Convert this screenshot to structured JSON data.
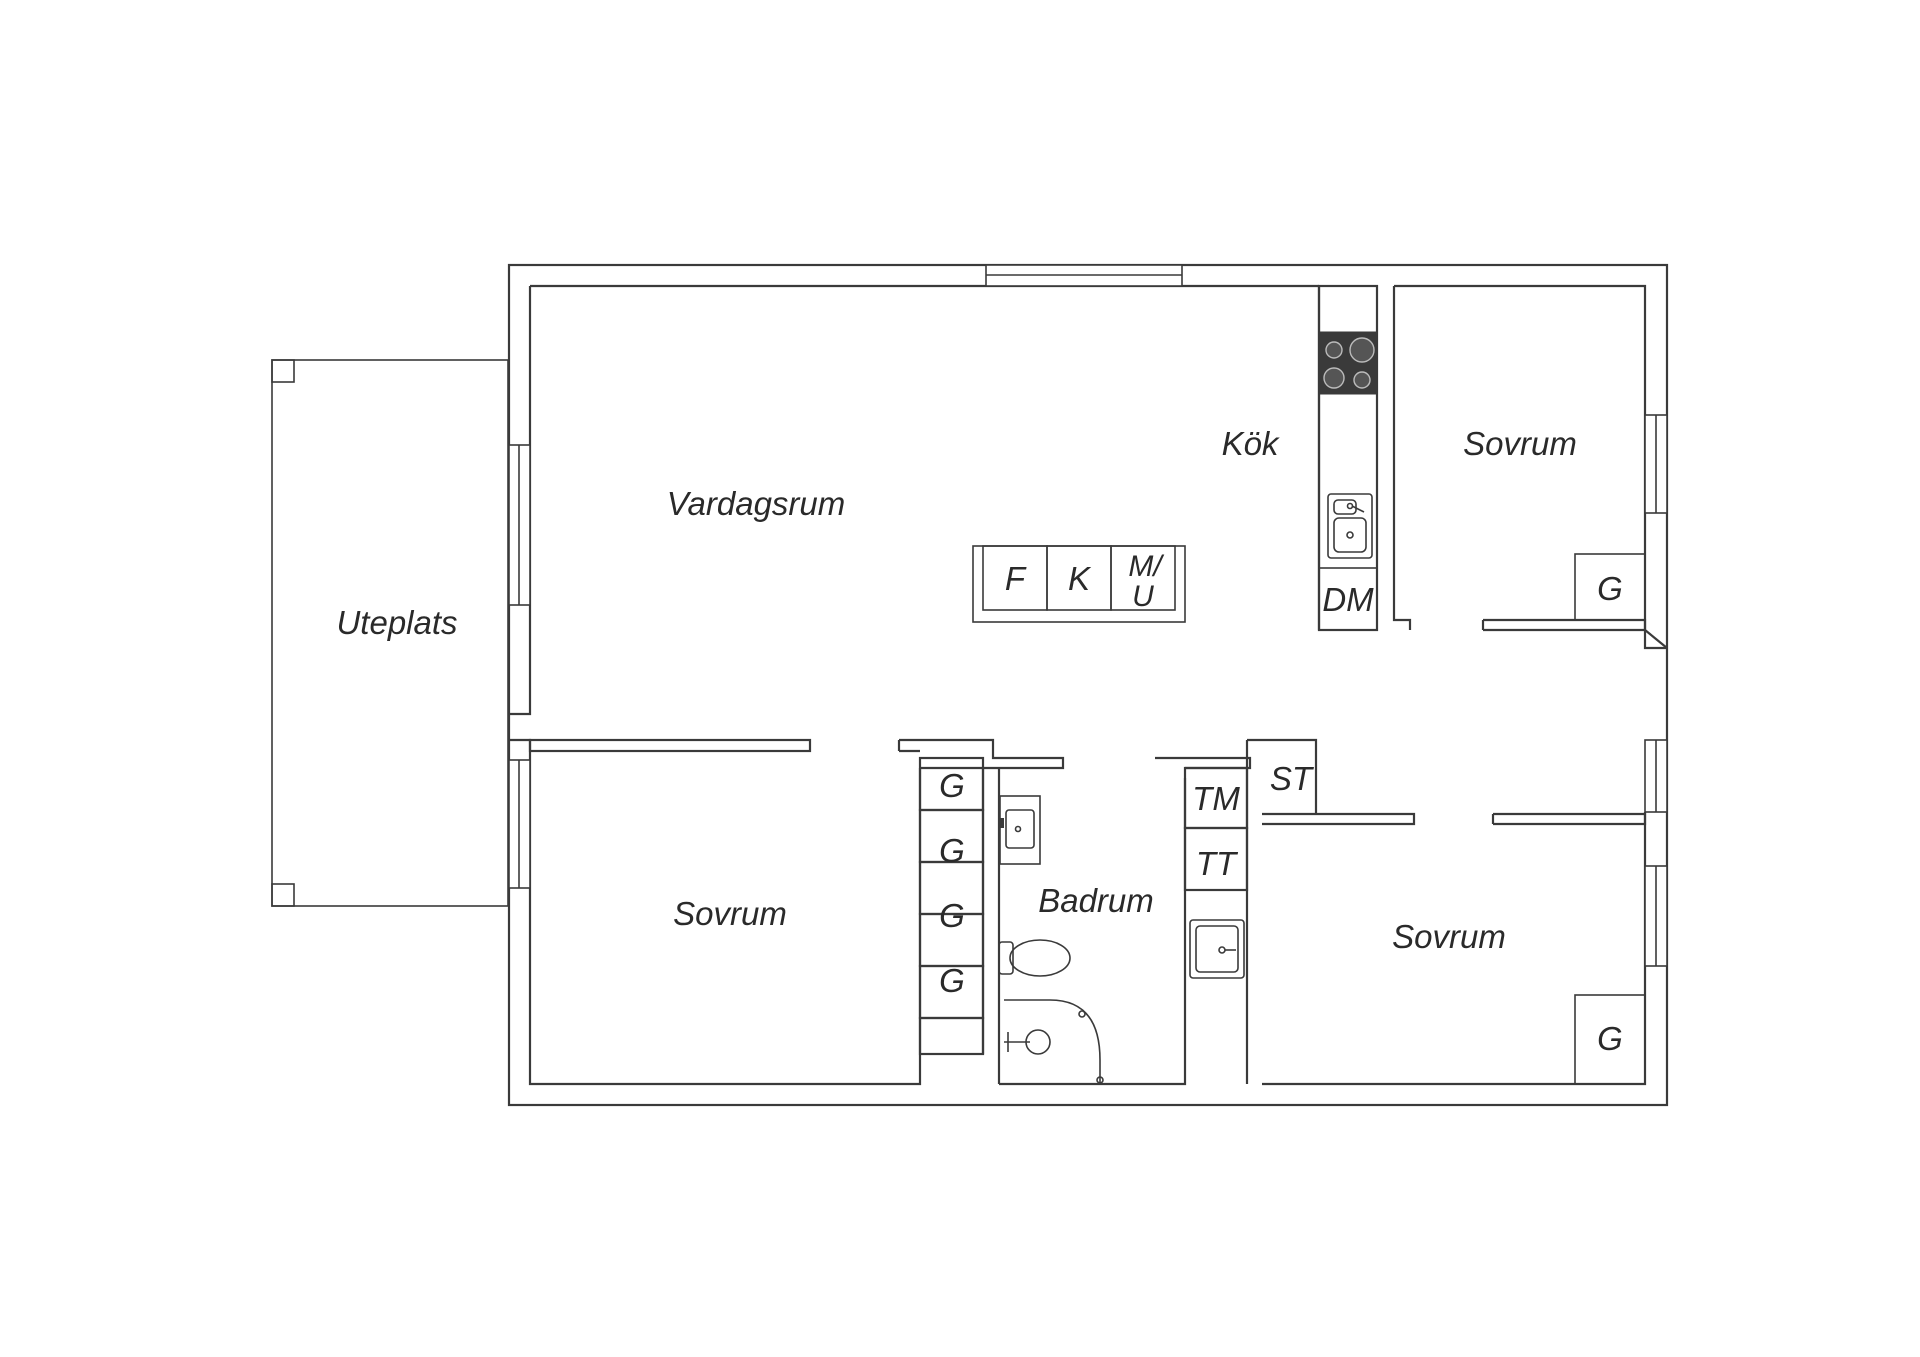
{
  "rooms": {
    "uteplats": "Uteplats",
    "vardagsrum": "Vardagsrum",
    "kok": "Kök",
    "sovrum_ne": "Sovrum",
    "sovrum_sw": "Sovrum",
    "sovrum_se": "Sovrum",
    "badrum": "Badrum"
  },
  "fixtures": {
    "f": "F",
    "k": "K",
    "mu_top": "M/",
    "mu_bottom": "U",
    "dm": "DM",
    "st": "ST",
    "tm": "TM",
    "tt": "TT",
    "g_ne": "G",
    "g_se": "G",
    "g_hall": [
      "G",
      "G",
      "G",
      "G"
    ]
  },
  "colors": {
    "wall": "#3a3a3a",
    "stove": "#3a3a3a",
    "background": "#ffffff"
  }
}
